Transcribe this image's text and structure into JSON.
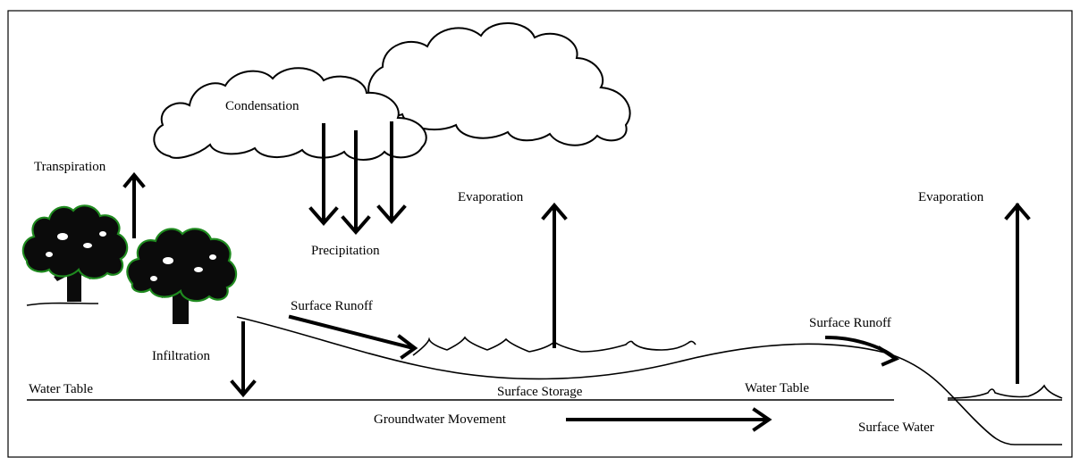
{
  "diagram": {
    "labels": {
      "condensation": "Condensation",
      "transpiration": "Transpiration",
      "precipitation": "Precipitation",
      "evaporation_center": "Evaporation",
      "evaporation_right": "Evaporation",
      "surface_runoff_left": "Surface Runoff",
      "surface_runoff_right": "Surface Runoff",
      "infiltration": "Infiltration",
      "water_table_left": "Water Table",
      "water_table_right": "Water Table",
      "surface_storage": "Surface Storage",
      "groundwater_movement": "Groundwater Movement",
      "surface_water": "Surface Water"
    },
    "colors": {
      "ink": "#000000",
      "foliage_edge": "#1f8a1f",
      "background": "#ffffff"
    },
    "icons": [
      "cloud-icon",
      "tree-icon",
      "arrow-icon"
    ]
  }
}
